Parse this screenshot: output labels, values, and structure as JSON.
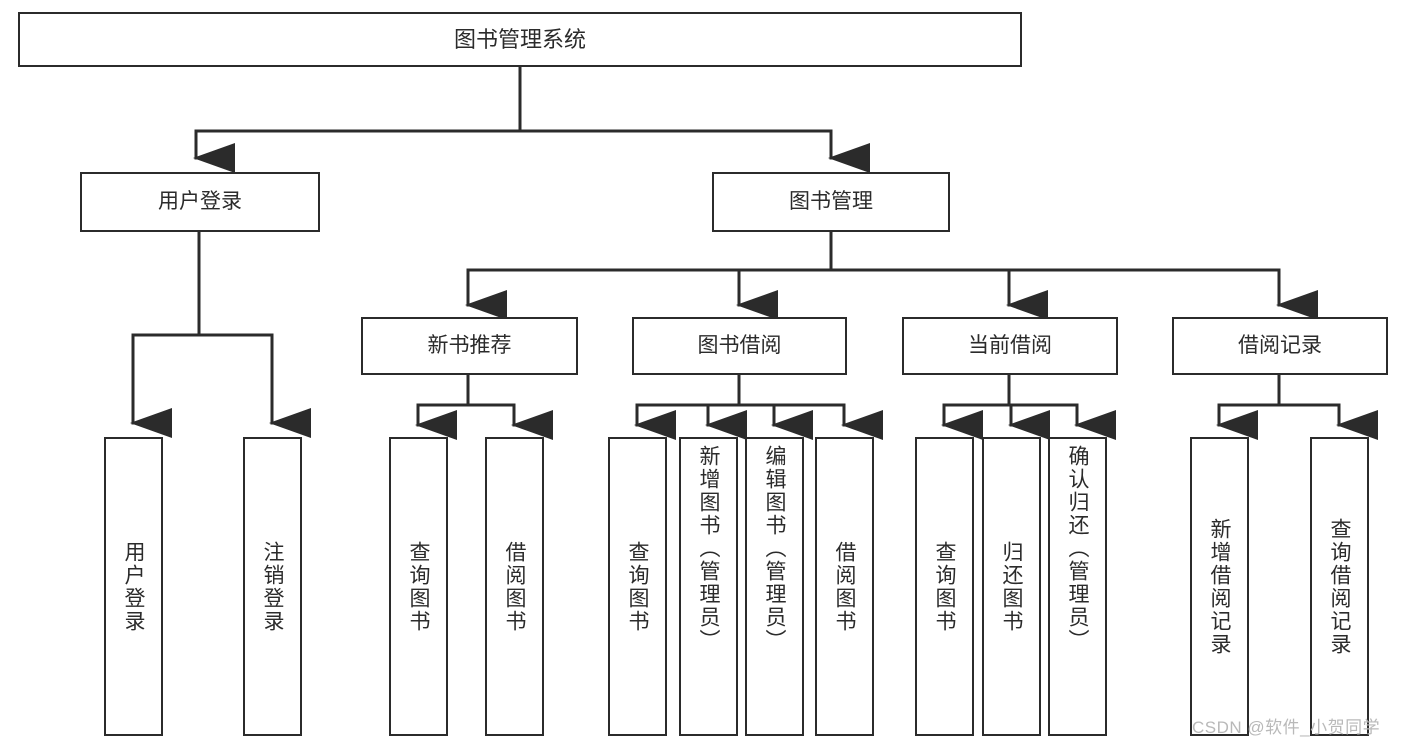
{
  "diagram": {
    "title": "图书管理系统",
    "type": "tree-hierarchy-chart",
    "watermark": "CSDN @软件_小贺同学",
    "colors": {
      "stroke": "#2b2b2b",
      "fill": "#ffffff",
      "watermark": "#b9b9b9"
    },
    "root": {
      "label": "图书管理系统"
    },
    "level2": [
      {
        "label": "用户登录"
      },
      {
        "label": "图书管理"
      }
    ],
    "level3": [
      {
        "label": "新书推荐"
      },
      {
        "label": "图书借阅"
      },
      {
        "label": "当前借阅"
      },
      {
        "label": "借阅记录"
      }
    ],
    "leaves": {
      "user_login": [
        {
          "label": "用户登录"
        },
        {
          "label": "注销登录"
        }
      ],
      "new_book_recommend": [
        {
          "label": "查询图书"
        },
        {
          "label": "借阅图书"
        }
      ],
      "book_borrow": [
        {
          "label": "查询图书"
        },
        {
          "label": "新增图书（管理员）"
        },
        {
          "label": "编辑图书（管理员）"
        },
        {
          "label": "借阅图书"
        }
      ],
      "current_borrow": [
        {
          "label": "查询图书"
        },
        {
          "label": "归还图书"
        },
        {
          "label": "确认归还（管理员）"
        }
      ],
      "borrow_record": [
        {
          "label": "新增借阅记录"
        },
        {
          "label": "查询借阅记录"
        }
      ]
    }
  }
}
